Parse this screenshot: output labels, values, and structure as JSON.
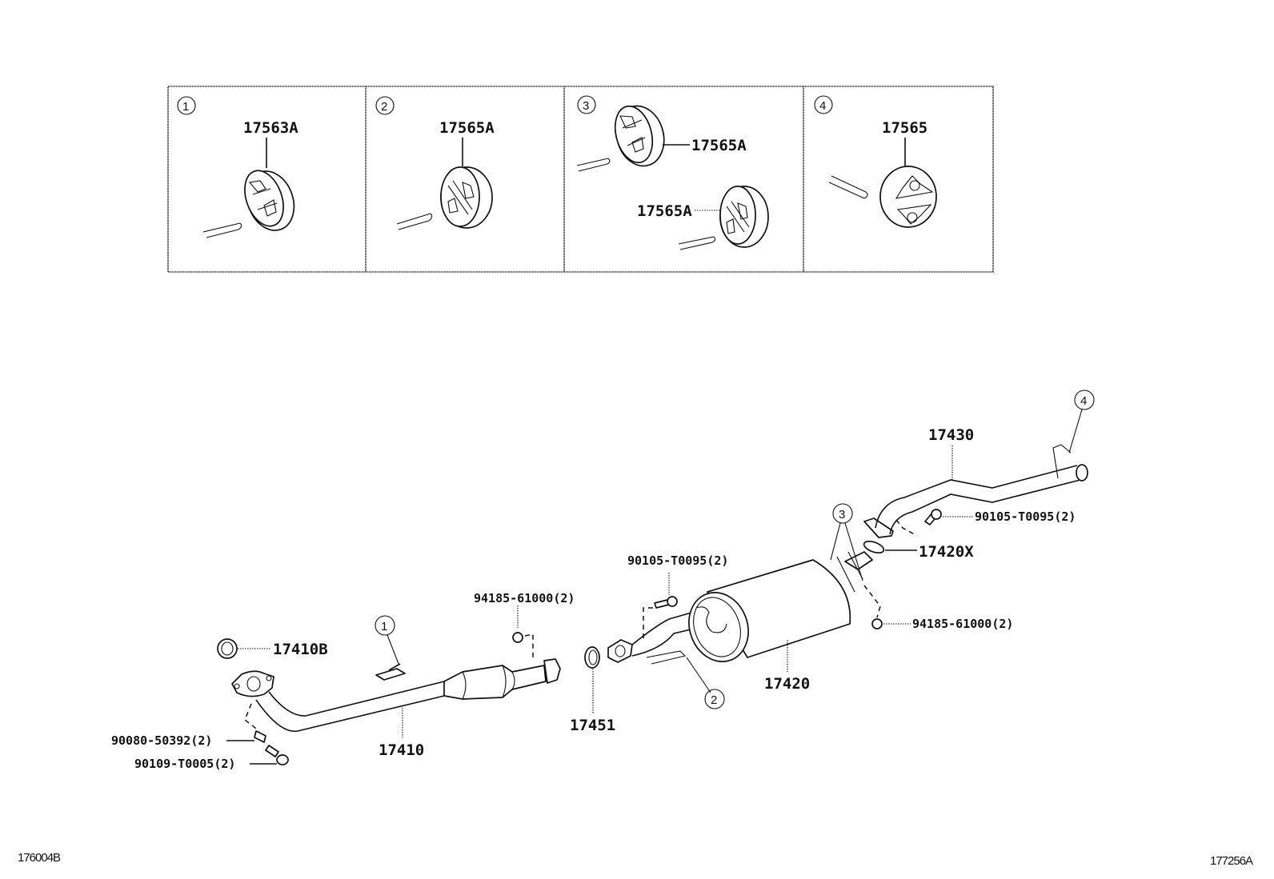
{
  "title": "Exhaust pipe & muffler parts diagram",
  "detail_panels": [
    {
      "callout": "1",
      "parts": [
        "17563A"
      ]
    },
    {
      "callout": "2",
      "parts": [
        "17565A"
      ]
    },
    {
      "callout": "3",
      "parts": [
        "17565A",
        "17565A"
      ]
    },
    {
      "callout": "4",
      "parts": [
        "17565"
      ]
    }
  ],
  "callouts": {
    "c1": "1",
    "c2": "2",
    "c3": "3",
    "c4": "4"
  },
  "parts": {
    "front_pipe": "17410",
    "front_gasket": "17410B",
    "stud_bolt": "90080-50392(2)",
    "front_bolt": "90109-T0005(2)",
    "nut_front": "94185-61000(2)",
    "center_gasket": "17451",
    "bolt_center": "90105-T0095(2)",
    "muffler": "17420",
    "tail_gasket": "17420X",
    "tail_pipe": "17430",
    "bolt_tail": "90105-T0095(2)",
    "nut_tail": "94185-61000(2)"
  },
  "footer": {
    "left_code": "176004B",
    "right_code": "177256A"
  }
}
